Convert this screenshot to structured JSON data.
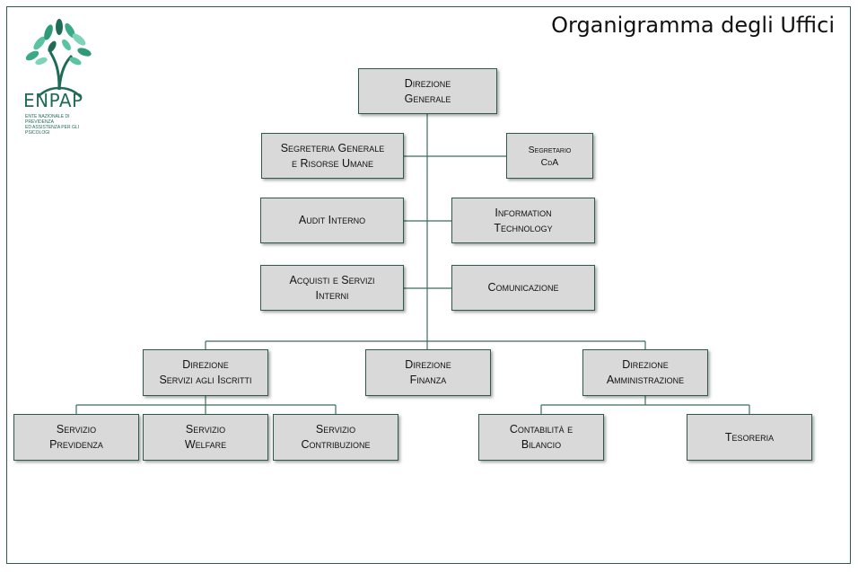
{
  "title": "Organigramma degli Uffici",
  "logo": {
    "name": "ENPAP",
    "tagline": "ENTE NAZIONALE DI PREVIDENZA\nED ASSISTENZA PER GLI PSICOLOGI"
  },
  "nodes": {
    "direzione_generale": "Direzione\nGenerale",
    "segreteria_generale": "Segreteria Generale\ne Risorse Umane",
    "segretario_cda": "Segretario\nCdA",
    "audit_interno": "Audit Interno",
    "information_technology": "Information\nTechnology",
    "acquisti_servizi": "Acquisti e Servizi\nInterni",
    "comunicazione": "Comunicazione",
    "direzione_servizi_iscritti": "Direzione\nServizi agli Iscritti",
    "direzione_finanza": "Direzione\nFinanza",
    "direzione_amministrazione": "Direzione\nAmministrazione",
    "servizio_previdenza": "Servizio\nPrevidenza",
    "servizio_welfare": "Servizio\nWelfare",
    "servizio_contribuzione": "Servizio\nContribuzione",
    "contabilita_bilancio": "Contabilità e\nBilancio",
    "tesoreria": "Tesoreria"
  },
  "colors": {
    "box_fill": "#d9d9d9",
    "border": "#2d5a4a",
    "connector": "#3c6e5c",
    "brand": "#1f6b55"
  }
}
